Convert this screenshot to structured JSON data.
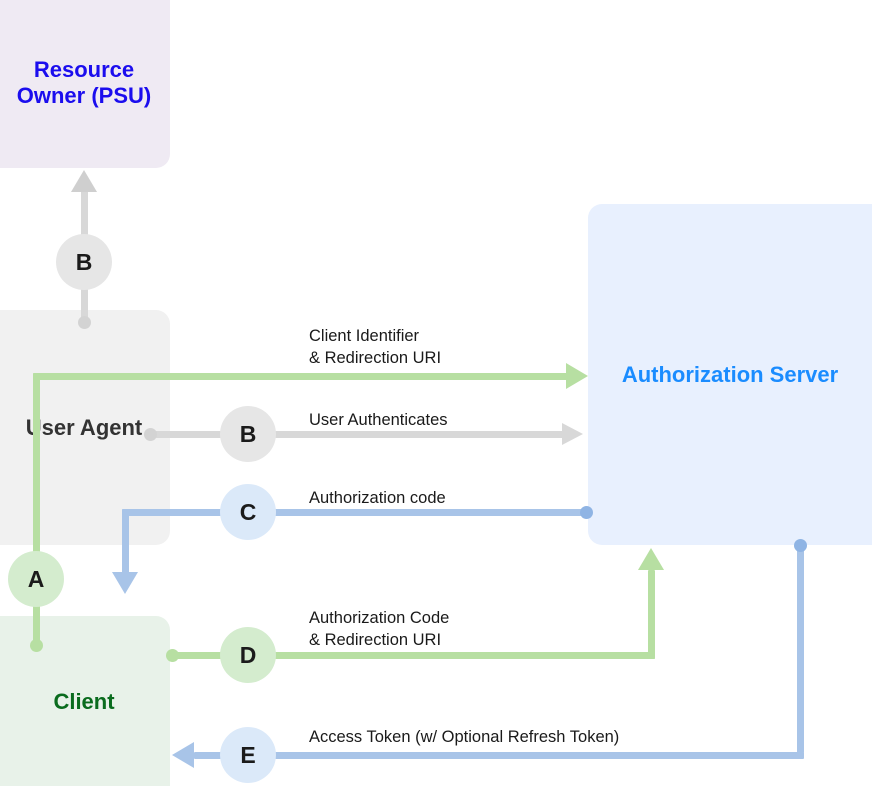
{
  "diagram": {
    "title": "OAuth 2.0 Authorization Code Flow",
    "colors": {
      "resource_owner_fill": "#efeaf3",
      "resource_owner_text": "#1b0dee",
      "user_agent_fill": "#f1f1f1",
      "user_agent_text": "#333333",
      "client_fill": "#e8f2e9",
      "client_text": "#0a6c1e",
      "auth_server_fill": "#e8f0fe",
      "auth_server_text": "#1a8cff",
      "green_connector": "#b7dfa2",
      "grey_connector": "#d8d8d8",
      "blue_connector": "#a8c4e8"
    }
  },
  "nodes": {
    "resource_owner": {
      "label": "Resource\nOwner\n(PSU)"
    },
    "user_agent": {
      "label": "User\nAgent"
    },
    "client": {
      "label": "Client"
    },
    "auth_server": {
      "label": "Authorization\nServer"
    }
  },
  "steps": [
    {
      "id": "A",
      "badge": "A",
      "label": "Client Identifier\n& Redirection URI",
      "color": "green",
      "from": "client",
      "to": "auth_server"
    },
    {
      "id": "B_owner",
      "badge": "B",
      "label": "",
      "color": "grey",
      "from": "user_agent",
      "to": "resource_owner"
    },
    {
      "id": "B",
      "badge": "B",
      "label": "User Authenticates",
      "color": "grey",
      "from": "user_agent",
      "to": "auth_server"
    },
    {
      "id": "C",
      "badge": "C",
      "label": "Authorization code",
      "color": "blue",
      "from": "auth_server",
      "to": "client"
    },
    {
      "id": "D",
      "badge": "D",
      "label": "Authorization Code\n& Redirection URI",
      "color": "green",
      "from": "client",
      "to": "auth_server"
    },
    {
      "id": "E",
      "badge": "E",
      "label": "Access Token (w/ Optional Refresh Token)",
      "color": "blue",
      "from": "auth_server",
      "to": "client"
    }
  ]
}
